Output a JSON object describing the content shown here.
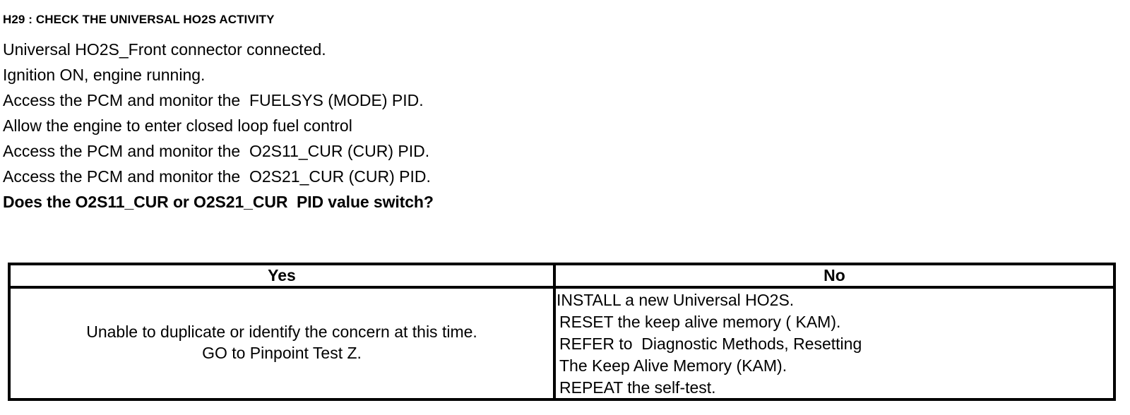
{
  "document": {
    "step_id": "H29",
    "title": "H29 : CHECK THE UNIVERSAL HO2S ACTIVITY",
    "instructions": [
      "Universal HO2S_Front connector connected.",
      "Ignition ON, engine running.",
      "Access the PCM and monitor the  FUELSYS (MODE) PID.",
      "Allow the engine to enter closed loop fuel control",
      "Access the PCM and monitor the  O2S11_CUR (CUR) PID.",
      "Access the PCM and monitor the  O2S21_CUR (CUR) PID."
    ],
    "question": "Does the O2S11_CUR or O2S21_CUR  PID value switch?"
  },
  "decision_table": {
    "headers": {
      "yes": "Yes",
      "no": "No"
    },
    "yes_result": [
      "Unable to duplicate or identify the concern at this time.",
      "GO to Pinpoint Test Z."
    ],
    "no_result": [
      "INSTALL a new Universal HO2S.",
      "RESET the keep alive memory ( KAM).",
      "REFER to  Diagnostic Methods, Resetting",
      "The Keep Alive Memory (KAM).",
      "REPEAT the self-test."
    ]
  },
  "colors": {
    "background": "#ffffff",
    "text": "#000000",
    "border": "#000000"
  }
}
